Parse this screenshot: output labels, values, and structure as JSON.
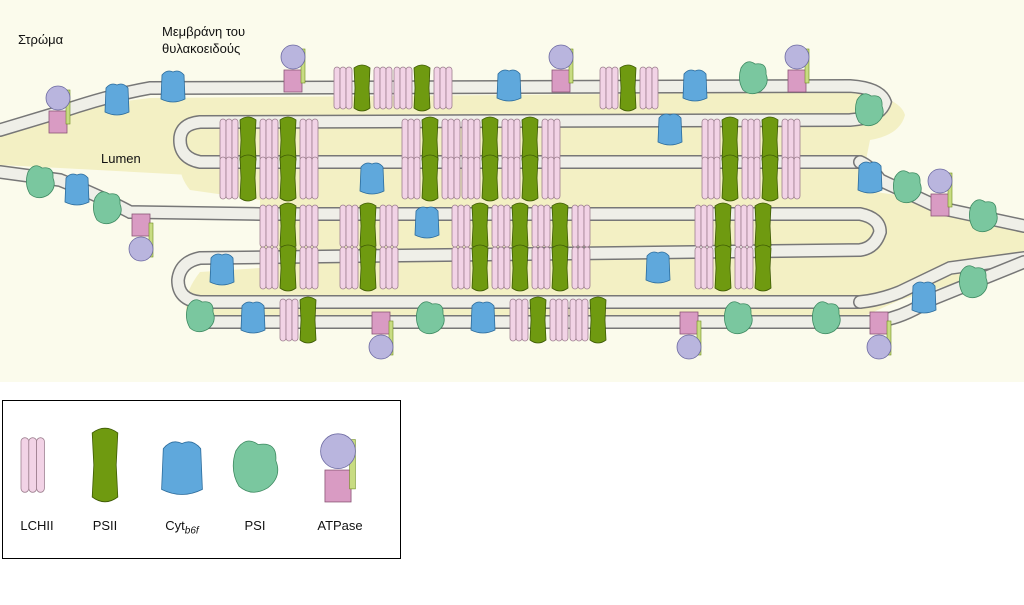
{
  "labels": {
    "stroma": "Στρώμα",
    "membrane_line1": "Μεμβράνη του",
    "membrane_line2": "θυλακοειδούς",
    "lumen": "Lumen"
  },
  "legend": {
    "items": [
      {
        "key": "lchii",
        "label": "LCHII"
      },
      {
        "key": "psii",
        "label": "PSII"
      },
      {
        "key": "cyt",
        "label": "Cyt",
        "subscript": "b6f"
      },
      {
        "key": "psi",
        "label": "PSI"
      },
      {
        "key": "atpase",
        "label": "ATPase"
      }
    ]
  },
  "colors": {
    "background": "#fbfbec",
    "lumen": "#f3f0c4",
    "membrane": "#efefe8",
    "membrane_outline": "#777777",
    "lchii": "#f2d3e6",
    "psii": "#6f9a10",
    "cyt": "#5fa8dc",
    "psi": "#7ac79f",
    "atpase_head": "#b9b5de",
    "atpase_base": "#d99bc3",
    "atpase_stalk": "#c8dc82"
  }
}
